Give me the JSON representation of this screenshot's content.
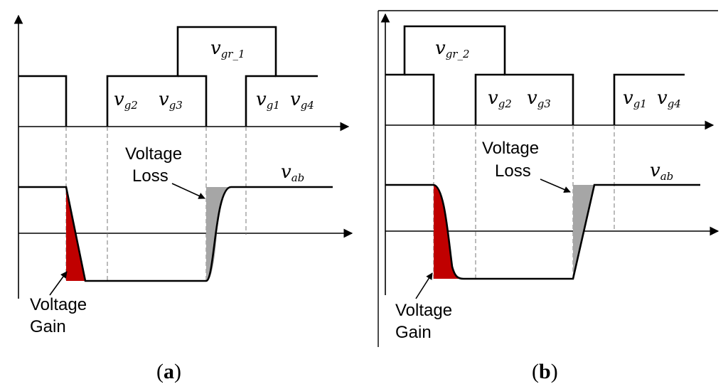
{
  "panel_a": {
    "signal_top": "v",
    "signal_top_sub": "gr_1",
    "gate_mid": [
      {
        "sym": "v",
        "sub": "g2"
      },
      {
        "sym": "v",
        "sub": "g3"
      }
    ],
    "gate_right": [
      {
        "sym": "v",
        "sub": "g1"
      },
      {
        "sym": "v",
        "sub": "g4"
      }
    ],
    "vab_sym": "v",
    "vab_sub": "ab",
    "loss_label": [
      "Voltage",
      "Loss"
    ],
    "gain_label": [
      "Voltage",
      "Gain"
    ],
    "caption_open": "(",
    "caption_letter": "a",
    "caption_close": ")"
  },
  "panel_b": {
    "signal_top": "v",
    "signal_top_sub": "gr_2",
    "gate_mid": [
      {
        "sym": "v",
        "sub": "g2"
      },
      {
        "sym": "v",
        "sub": "g3"
      }
    ],
    "gate_right": [
      {
        "sym": "v",
        "sub": "g1"
      },
      {
        "sym": "v",
        "sub": "g4"
      }
    ],
    "vab_sym": "v",
    "vab_sub": "ab",
    "loss_label": [
      "Voltage",
      "Loss"
    ],
    "gain_label": [
      "Voltage",
      "Gain"
    ],
    "caption_open": "(",
    "caption_letter": "b",
    "caption_close": ")"
  },
  "colors": {
    "gain_fill": "#c00000",
    "loss_fill": "#a6a6a6",
    "line": "#000000",
    "dash": "#777777"
  }
}
